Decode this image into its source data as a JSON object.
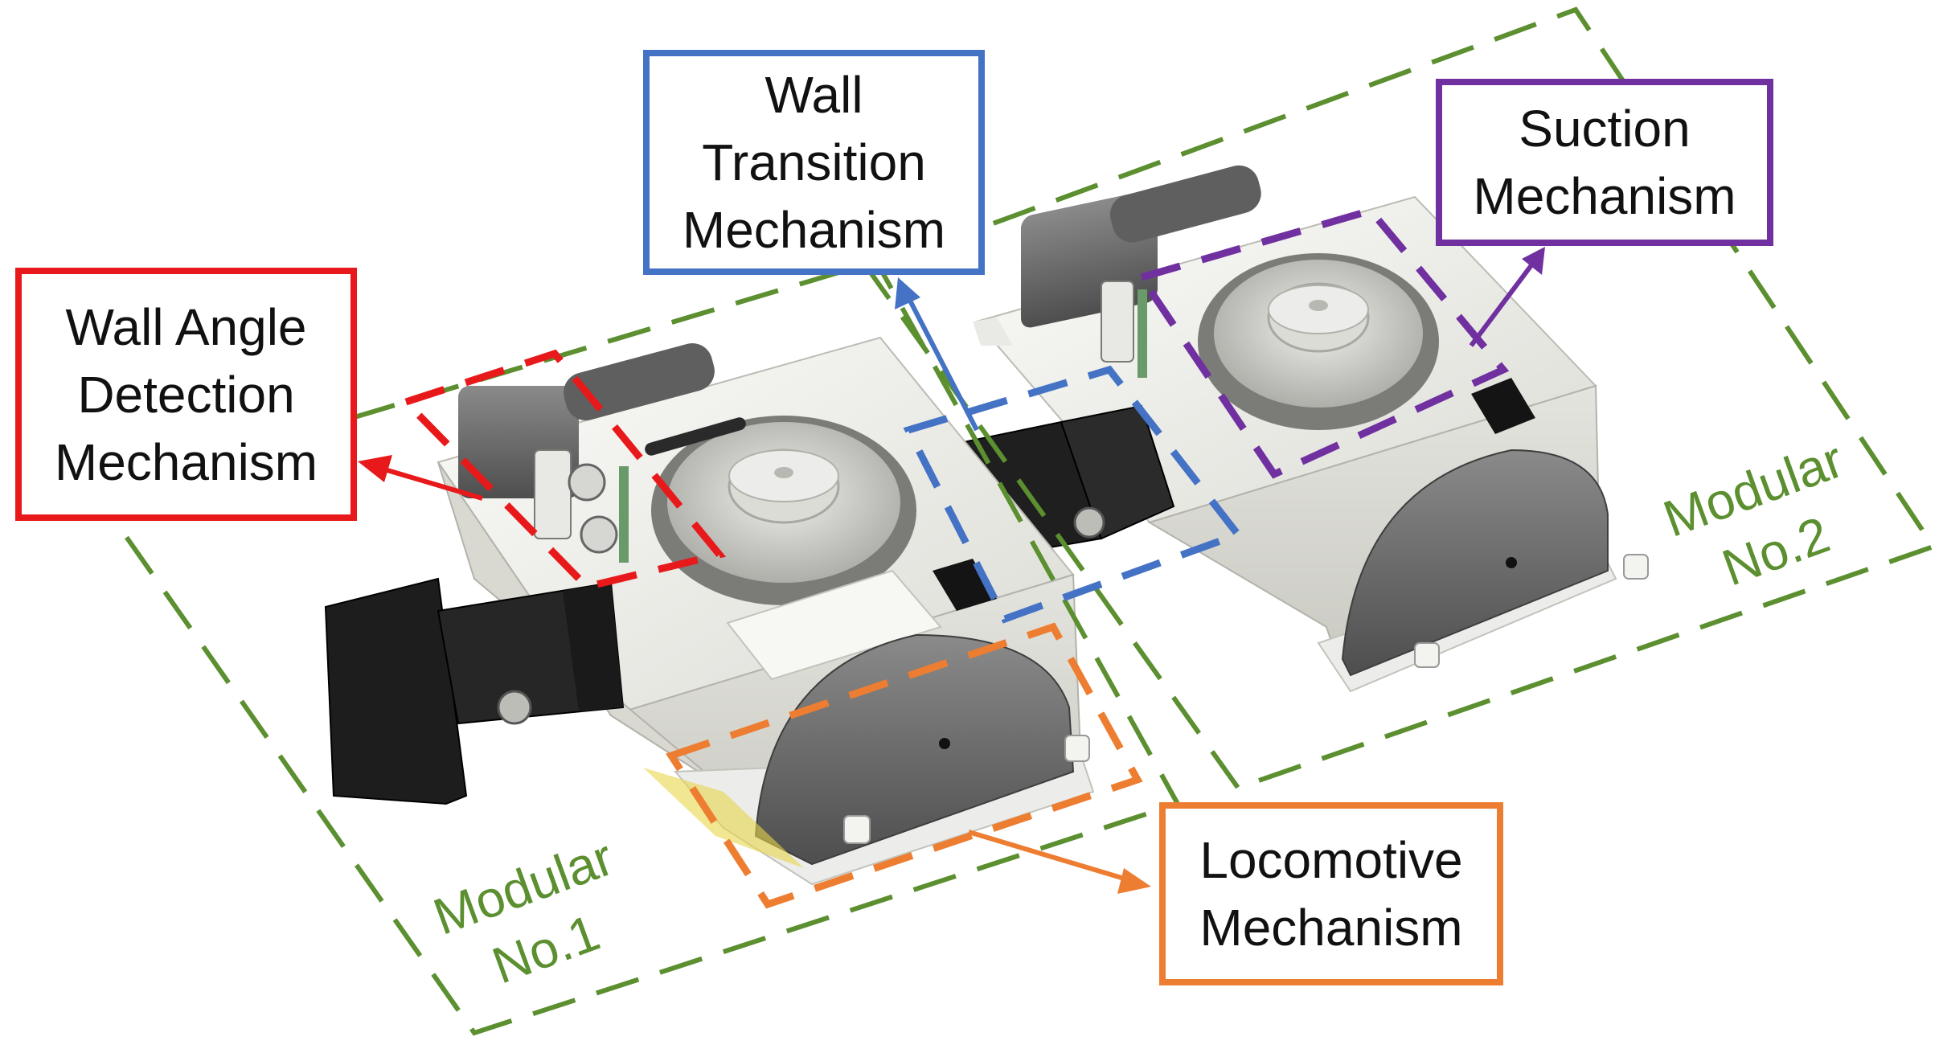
{
  "colors": {
    "modular_group": "#5b8f2f",
    "wall_angle": "#e8191a",
    "wall_transition": "#4472c4",
    "suction": "#7030a0",
    "locomotive": "#ed7d31",
    "robot_body": "#f1f1ee",
    "robot_dark": "#1b1b1b",
    "robot_grey": "#6e6e6e"
  },
  "labels": {
    "wall_angle": {
      "lines": [
        "Wall Angle",
        "Detection",
        "Mechanism"
      ]
    },
    "wall_transition": {
      "lines": [
        "Wall",
        "Transition",
        "Mechanism"
      ]
    },
    "suction": {
      "lines": [
        "Suction",
        "Mechanism"
      ]
    },
    "locomotive": {
      "lines": [
        "Locomotive",
        "Mechanism"
      ]
    }
  },
  "modules": {
    "module1": {
      "lines": [
        "Modular",
        "No.1"
      ]
    },
    "module2": {
      "lines": [
        "Modular",
        "No.2"
      ]
    }
  },
  "icons": {
    "module_unit": "robot-module-icon",
    "fan": "fan-icon",
    "wheel_housing": "wheel-housing-icon",
    "sensor": "ultrasonic-sensor-icon",
    "linkage": "linkage-icon"
  }
}
